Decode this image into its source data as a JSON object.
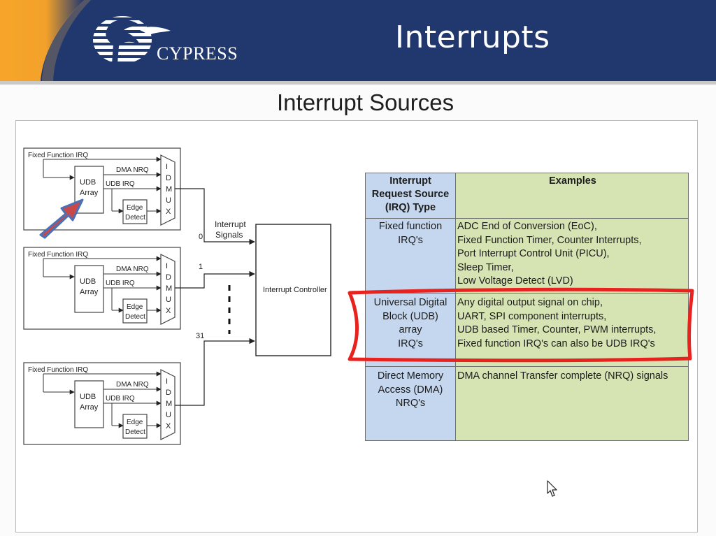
{
  "header": {
    "brand": "CYPRESS",
    "title": "Interrupts"
  },
  "slide": {
    "subtitle": "Interrupt Sources"
  },
  "diagram": {
    "blocks": [
      {
        "fixed_irq_label": "Fixed Function IRQ",
        "udb_label": [
          "UDB",
          "Array"
        ],
        "dma_nrq_label": "DMA NRQ",
        "udb_irq_label": "UDB IRQ",
        "edge_detect_label": [
          "Edge",
          "Detect"
        ],
        "mux_letters": [
          "I",
          "D",
          "M",
          "U",
          "X"
        ],
        "signal_index": "0"
      },
      {
        "fixed_irq_label": "Fixed Function IRQ",
        "udb_label": [
          "UDB",
          "Array"
        ],
        "dma_nrq_label": "DMA NRQ",
        "udb_irq_label": "UDB IRQ",
        "edge_detect_label": [
          "Edge",
          "Detect"
        ],
        "mux_letters": [
          "I",
          "D",
          "M",
          "U",
          "X"
        ],
        "signal_index": "1"
      },
      {
        "fixed_irq_label": "Fixed Function IRQ",
        "udb_label": [
          "UDB",
          "Array"
        ],
        "dma_nrq_label": "DMA NRQ",
        "udb_irq_label": "UDB IRQ",
        "edge_detect_label": [
          "Edge",
          "Detect"
        ],
        "mux_letters": [
          "I",
          "D",
          "M",
          "U",
          "X"
        ],
        "signal_index": "31"
      }
    ],
    "interrupt_signals_label": [
      "Interrupt",
      "Signals"
    ],
    "controller_label": "Interrupt Controller"
  },
  "table": {
    "header": {
      "source": [
        "Interrupt",
        "Request Source",
        "(IRQ) Type"
      ],
      "examples": "Examples"
    },
    "rows": [
      {
        "source": [
          "Fixed function",
          "IRQ's"
        ],
        "examples": [
          "ADC End of Conversion (EoC),",
          "Fixed Function Timer, Counter Interrupts,",
          "Port Interrupt Control Unit (PICU),",
          "Sleep Timer,",
          "Low Voltage Detect (LVD)"
        ]
      },
      {
        "source": [
          "Universal Digital",
          "Block (UDB)",
          "array",
          "IRQ's"
        ],
        "examples": [
          "Any digital output signal on chip,",
          "UART, SPI component interrupts,",
          "UDB based Timer, Counter, PWM interrupts,",
          "Fixed function IRQ's can also be UDB IRQ's"
        ]
      },
      {
        "source": [
          "Direct Memory",
          "Access (DMA)",
          "NRQ's"
        ],
        "examples": [
          "DMA channel Transfer complete (NRQ) signals"
        ]
      }
    ]
  },
  "colors": {
    "header_bg": "#21386f",
    "logo_orange": "#f5a32a",
    "source_col": "#c5d7ee",
    "examples_col": "#d6e4b3",
    "highlight_red": "#e8231f",
    "arrow_fill": "#c64a4a",
    "arrow_stroke": "#4a70b8"
  },
  "icons": {
    "logo": "cypress-tree-logo",
    "pointer": "mouse-cursor-icon",
    "annotation": "red-arrow-annotation"
  }
}
